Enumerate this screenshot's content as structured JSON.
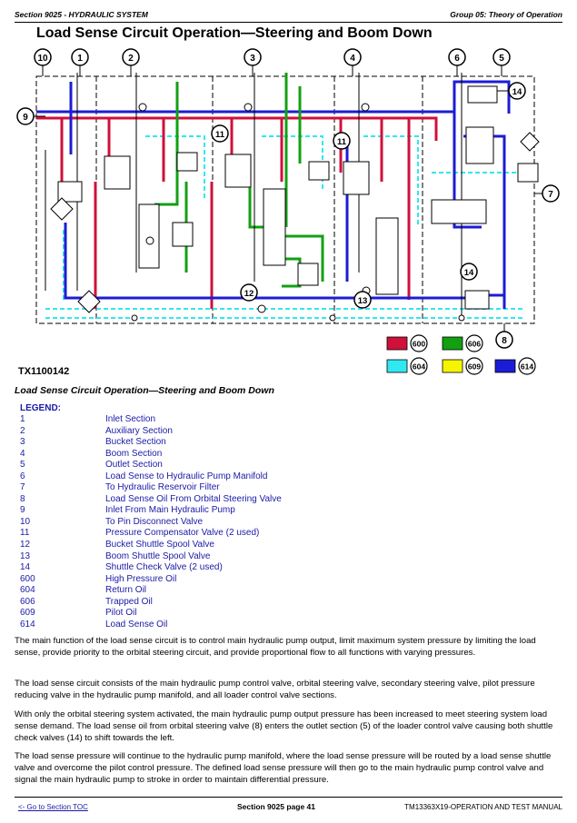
{
  "header": {
    "left": "Section 9025 - HYDRAULIC SYSTEM",
    "right": "Group 05: Theory of Operation"
  },
  "title": "Load Sense Circuit Operation—Steering and Boom Down",
  "diagram": {
    "callouts": {
      "c10": "10",
      "c1": "1",
      "c2": "2",
      "c3": "3",
      "c4": "4",
      "c6": "6",
      "c5": "5",
      "c9": "9",
      "c7": "7",
      "c8": "8",
      "c14a": "14",
      "c14b": "14",
      "c11a": "11",
      "c11b": "11",
      "c12": "12",
      "c13": "13"
    },
    "colors": {
      "high_pressure": "#d0103a",
      "return": "#30e8f0",
      "trapped": "#12a012",
      "pilot": "#f5f500",
      "load_sense": "#1c1cd6"
    },
    "key": [
      {
        "code": "600",
        "color": "#d0103a"
      },
      {
        "code": "606",
        "color": "#12a012"
      },
      {
        "code": "604",
        "color": "#30e8f0"
      },
      {
        "code": "609",
        "color": "#f5f500"
      },
      {
        "code": "614",
        "color": "#1c1cd6"
      }
    ]
  },
  "figure_id": "TX1100142",
  "caption": "Load Sense Circuit Operation—Steering and Boom Down",
  "legend_heading": "LEGEND:",
  "legend": [
    {
      "k": "1",
      "v": "Inlet Section"
    },
    {
      "k": "2",
      "v": "Auxiliary Section"
    },
    {
      "k": "3",
      "v": "Bucket Section"
    },
    {
      "k": "4",
      "v": "Boom Section"
    },
    {
      "k": "5",
      "v": "Outlet Section"
    },
    {
      "k": "6",
      "v": "Load Sense to Hydraulic Pump Manifold"
    },
    {
      "k": "7",
      "v": "To Hydraulic Reservoir Filter"
    },
    {
      "k": "8",
      "v": "Load Sense Oil From Orbital Steering Valve"
    },
    {
      "k": "9",
      "v": "Inlet From Main Hydraulic Pump"
    },
    {
      "k": "10",
      "v": "To Pin Disconnect Valve"
    },
    {
      "k": "11",
      "v": "Pressure Compensator Valve (2 used)"
    },
    {
      "k": "12",
      "v": "Bucket Shuttle Spool Valve"
    },
    {
      "k": "13",
      "v": "Boom Shuttle Spool Valve"
    },
    {
      "k": "14",
      "v": "Shuttle Check Valve (2 used)"
    },
    {
      "k": "600",
      "v": "High Pressure Oil"
    },
    {
      "k": "604",
      "v": "Return Oil"
    },
    {
      "k": "606",
      "v": "Trapped Oil"
    },
    {
      "k": "609",
      "v": "Pilot Oil"
    },
    {
      "k": "614",
      "v": "Load Sense Oil"
    }
  ],
  "paragraphs": [
    "The main function of the load sense circuit is to control main hydraulic pump output, limit maximum system pressure by limiting the load sense, provide priority to the orbital steering circuit, and provide proportional flow to all functions with varying pressures.",
    "The load sense circuit consists of the main hydraulic pump control valve, orbital steering valve, secondary steering valve, pilot pressure reducing valve in the hydraulic pump manifold, and all loader control valve sections.",
    "With only the orbital steering system activated, the main hydraulic pump output pressure has been increased to meet steering system load sense demand. The load sense oil from orbital steering valve (8) enters the outlet section (5) of the loader control valve causing both shuttle check valves (14) to shift towards the left.",
    "The load sense pressure will continue to the hydraulic pump manifold, where the load sense pressure will be routed by a load sense shuttle valve and overcome the pilot control pressure. The defined load sense pressure will then go to the main hydraulic pump control valve and signal the main hydraulic pump to stroke in order to maintain differential pressure."
  ],
  "footer": {
    "link": "<- Go to Section TOC",
    "center": "Section 9025 page 41",
    "right": "TM13363X19-OPERATION AND TEST MANUAL"
  }
}
